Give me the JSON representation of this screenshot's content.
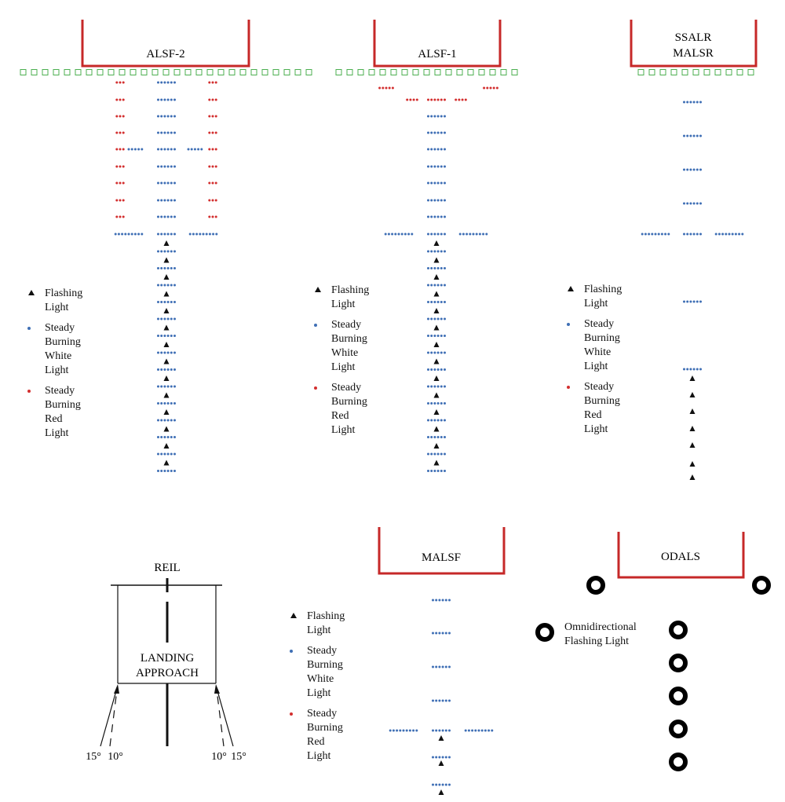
{
  "colors": {
    "threshold": "#4caf50",
    "red_light": "#d32f2f",
    "white_light": "#3f6fb5",
    "flash": "#111111",
    "bracket": "#c62828"
  },
  "systems": {
    "alsf2": {
      "title": "ALSF-2"
    },
    "alsf1": {
      "title": "ALSF-1"
    },
    "ssalr": {
      "title_line1": "SSALR",
      "title_line2": "MALSR"
    },
    "malsf": {
      "title": "MALSF"
    },
    "odals": {
      "title": "ODALS"
    }
  },
  "legend": {
    "flashing": "Flashing\nLight",
    "white": "Steady\nBurning\nWhite\nLight",
    "red": "Steady\nBurning\nRed\nLight"
  },
  "odals_legend": "Omnidirectional\nFlashing Light",
  "reil": {
    "title": "REIL",
    "center_label_line1": "LANDING",
    "center_label_line2": "APPROACH",
    "angle_left_outer": "15°",
    "angle_left_inner": "10°",
    "angle_right_inner": "10°",
    "angle_right_outer": "15°"
  }
}
